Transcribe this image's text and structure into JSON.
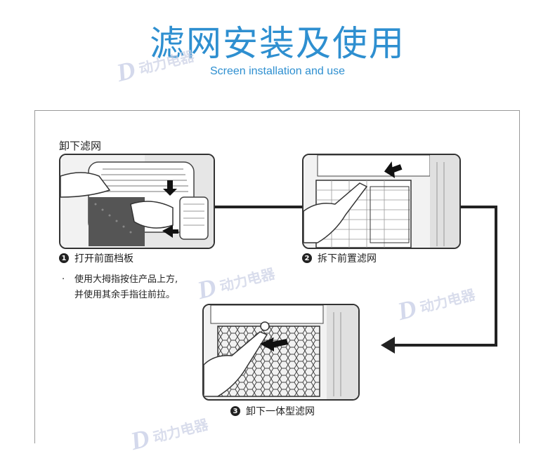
{
  "header": {
    "title": "滤网安装及使用",
    "subtitle": "Screen installation and use"
  },
  "watermark": {
    "logo": "D",
    "text": "动力电器"
  },
  "section": {
    "label": "卸下滤网"
  },
  "steps": [
    {
      "number": "1",
      "label": "打开前面档板"
    },
    {
      "number": "2",
      "label": "拆下前置滤网"
    },
    {
      "number": "3",
      "label": "卸下一体型滤网"
    }
  ],
  "note": {
    "bullet": "·",
    "line1": "使用大拇指按住产品上方,",
    "line2": "并使用其余手指往前拉。"
  },
  "colors": {
    "accent": "#2e8fd0",
    "line": "#222222",
    "watermark": "#c9cfe4"
  }
}
